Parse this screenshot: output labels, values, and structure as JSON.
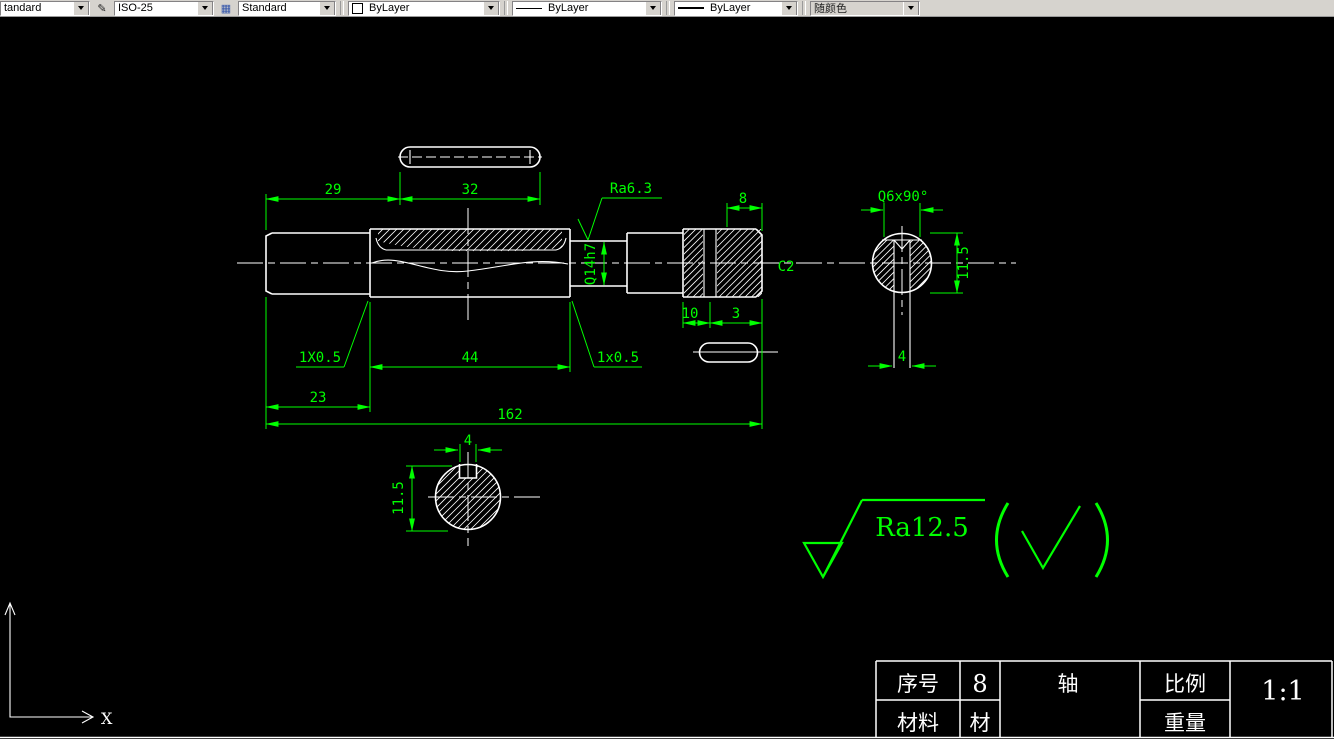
{
  "toolbar": {
    "text_style": "tandard",
    "dim_style": "ISO-25",
    "table_style": "Standard",
    "color": "ByLayer",
    "linetype": "ByLayer",
    "lineweight": "ByLayer",
    "plot_style": "随颜色"
  },
  "colors": {
    "dimension": "#00ff00",
    "geometry": "#ffffff",
    "canvas_bg": "#000000",
    "toolbar_bg": "#d6d3ce"
  },
  "dims": {
    "d29": "29",
    "d32": "32",
    "ra63": "Ra6.3",
    "d8": "8",
    "q6x90": "Q6x90°",
    "d115_right": "11.5",
    "q14h7": "Q14h7",
    "c2": "C2",
    "d10": "10",
    "d3": "3",
    "chamfer_left": "1X0.5",
    "d44": "44",
    "chamfer_right": "1x0.5",
    "d23": "23",
    "d162": "162",
    "d4_bottom": "4",
    "d115_bottom": "11.5",
    "d4_right": "4",
    "ra125": "Ra12.5"
  },
  "title_block": {
    "seq_label": "序号",
    "seq_value": "8",
    "part_name": "轴",
    "scale_label": "比例",
    "scale_value": "1:1",
    "material_label": "材料",
    "material_value": "材",
    "weight_label": "重量"
  },
  "ucs": {
    "x_label": "X"
  }
}
